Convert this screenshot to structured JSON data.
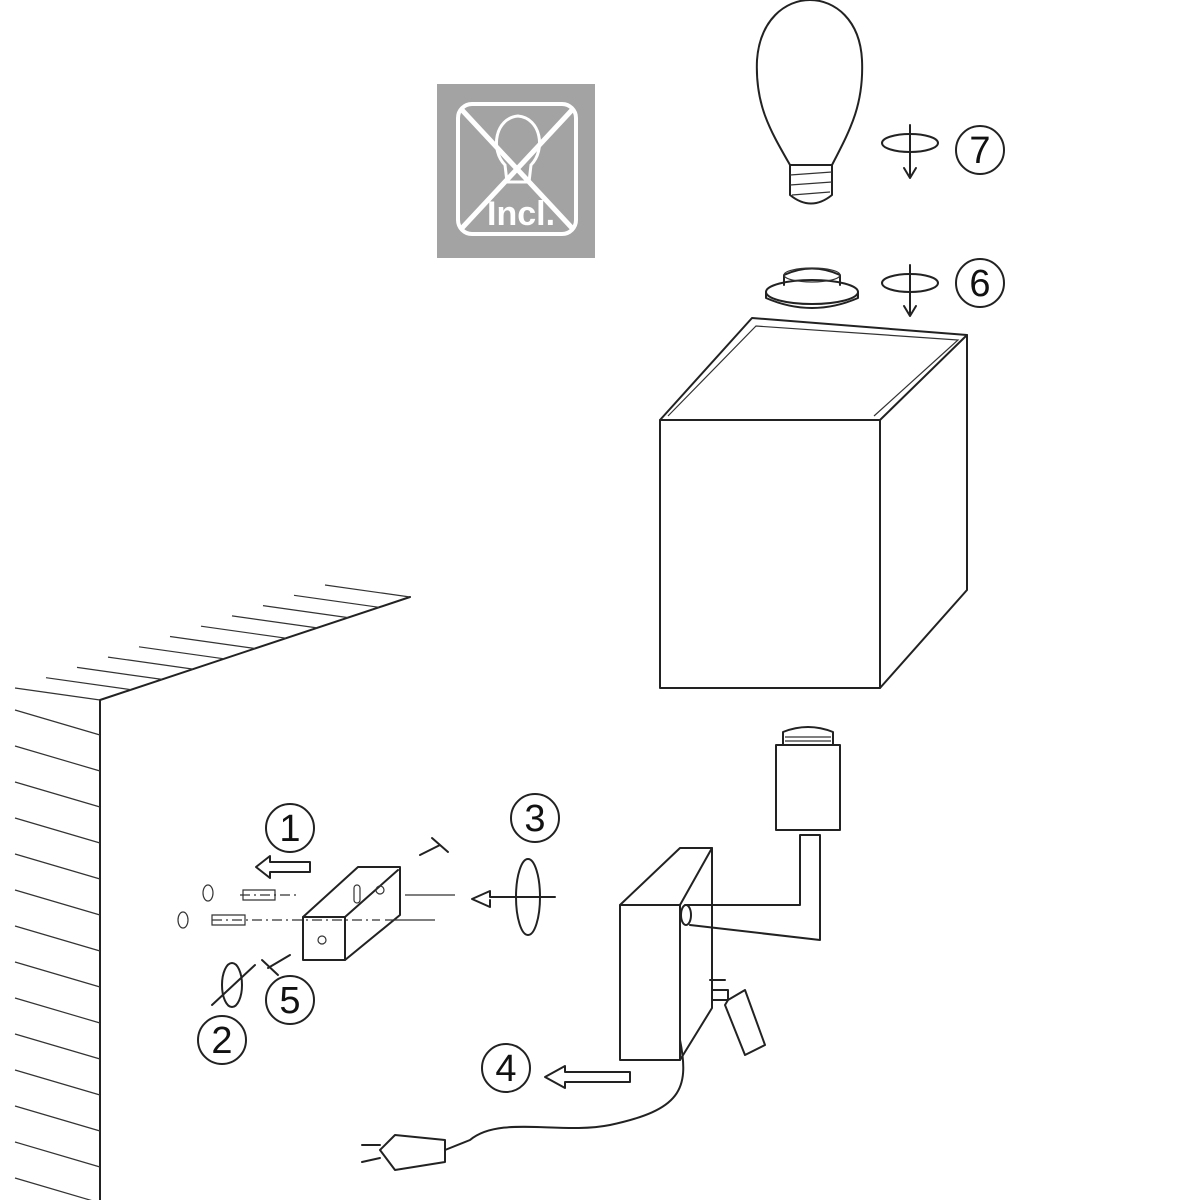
{
  "title": "Wall lamp assembly instructions",
  "bulb_notice": {
    "label": "Incl.",
    "meaning": "bulb-not-included",
    "background_color": "#a3a3a3"
  },
  "steps": [
    {
      "number": "1"
    },
    {
      "number": "2"
    },
    {
      "number": "3"
    },
    {
      "number": "4"
    },
    {
      "number": "5"
    },
    {
      "number": "6"
    },
    {
      "number": "7"
    }
  ]
}
